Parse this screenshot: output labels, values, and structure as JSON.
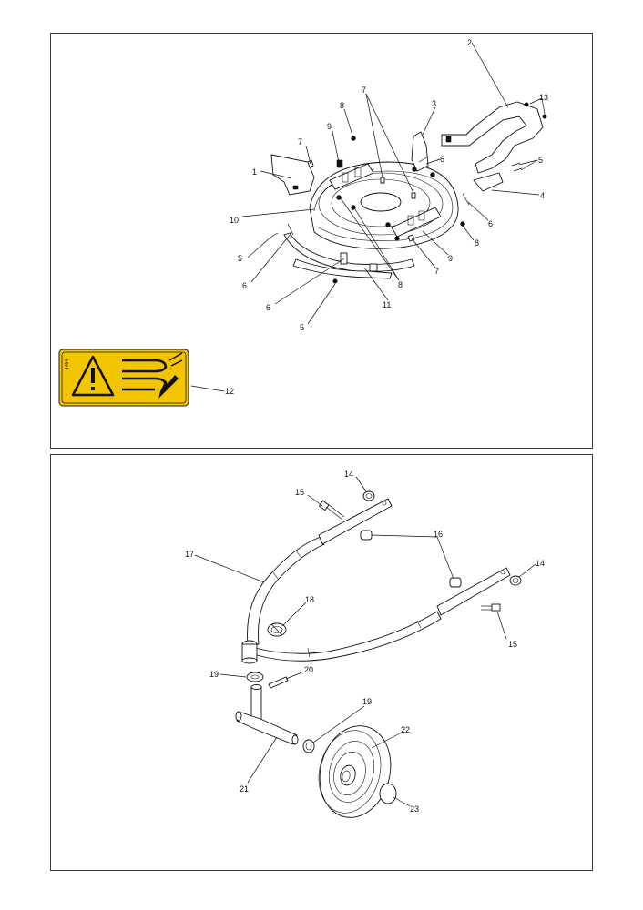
{
  "top_callouts": [
    {
      "id": "c-1",
      "text": "1"
    },
    {
      "id": "c-2",
      "text": "2"
    },
    {
      "id": "c-3",
      "text": "3"
    },
    {
      "id": "c-4",
      "text": "4"
    },
    {
      "id": "c-5a",
      "text": "5"
    },
    {
      "id": "c-5b",
      "text": "5"
    },
    {
      "id": "c-5c",
      "text": "5"
    },
    {
      "id": "c-6a",
      "text": "6"
    },
    {
      "id": "c-6b",
      "text": "6"
    },
    {
      "id": "c-6c",
      "text": "6"
    },
    {
      "id": "c-6d",
      "text": "6"
    },
    {
      "id": "c-7a",
      "text": "7"
    },
    {
      "id": "c-7b",
      "text": "7"
    },
    {
      "id": "c-7c",
      "text": "7"
    },
    {
      "id": "c-8a",
      "text": "8"
    },
    {
      "id": "c-8b",
      "text": "8"
    },
    {
      "id": "c-8c",
      "text": "8"
    },
    {
      "id": "c-9a",
      "text": "9"
    },
    {
      "id": "c-9b",
      "text": "9"
    },
    {
      "id": "c-10",
      "text": "10"
    },
    {
      "id": "c-11",
      "text": "11"
    },
    {
      "id": "c-12",
      "text": "12"
    },
    {
      "id": "c-13",
      "text": "13"
    }
  ],
  "bottom_callouts": [
    {
      "id": "c-14a",
      "text": "14"
    },
    {
      "id": "c-14b",
      "text": "14"
    },
    {
      "id": "c-15a",
      "text": "15"
    },
    {
      "id": "c-15b",
      "text": "15"
    },
    {
      "id": "c-16",
      "text": "16"
    },
    {
      "id": "c-17",
      "text": "17"
    },
    {
      "id": "c-18",
      "text": "18"
    },
    {
      "id": "c-19a",
      "text": "19"
    },
    {
      "id": "c-19b",
      "text": "19"
    },
    {
      "id": "c-20",
      "text": "20"
    },
    {
      "id": "c-21",
      "text": "21"
    },
    {
      "id": "c-22",
      "text": "22"
    },
    {
      "id": "c-23",
      "text": "23"
    }
  ],
  "warning_label": {
    "code": "1404",
    "background_color": "#f3c400",
    "border_color": "#1a1a1a"
  }
}
